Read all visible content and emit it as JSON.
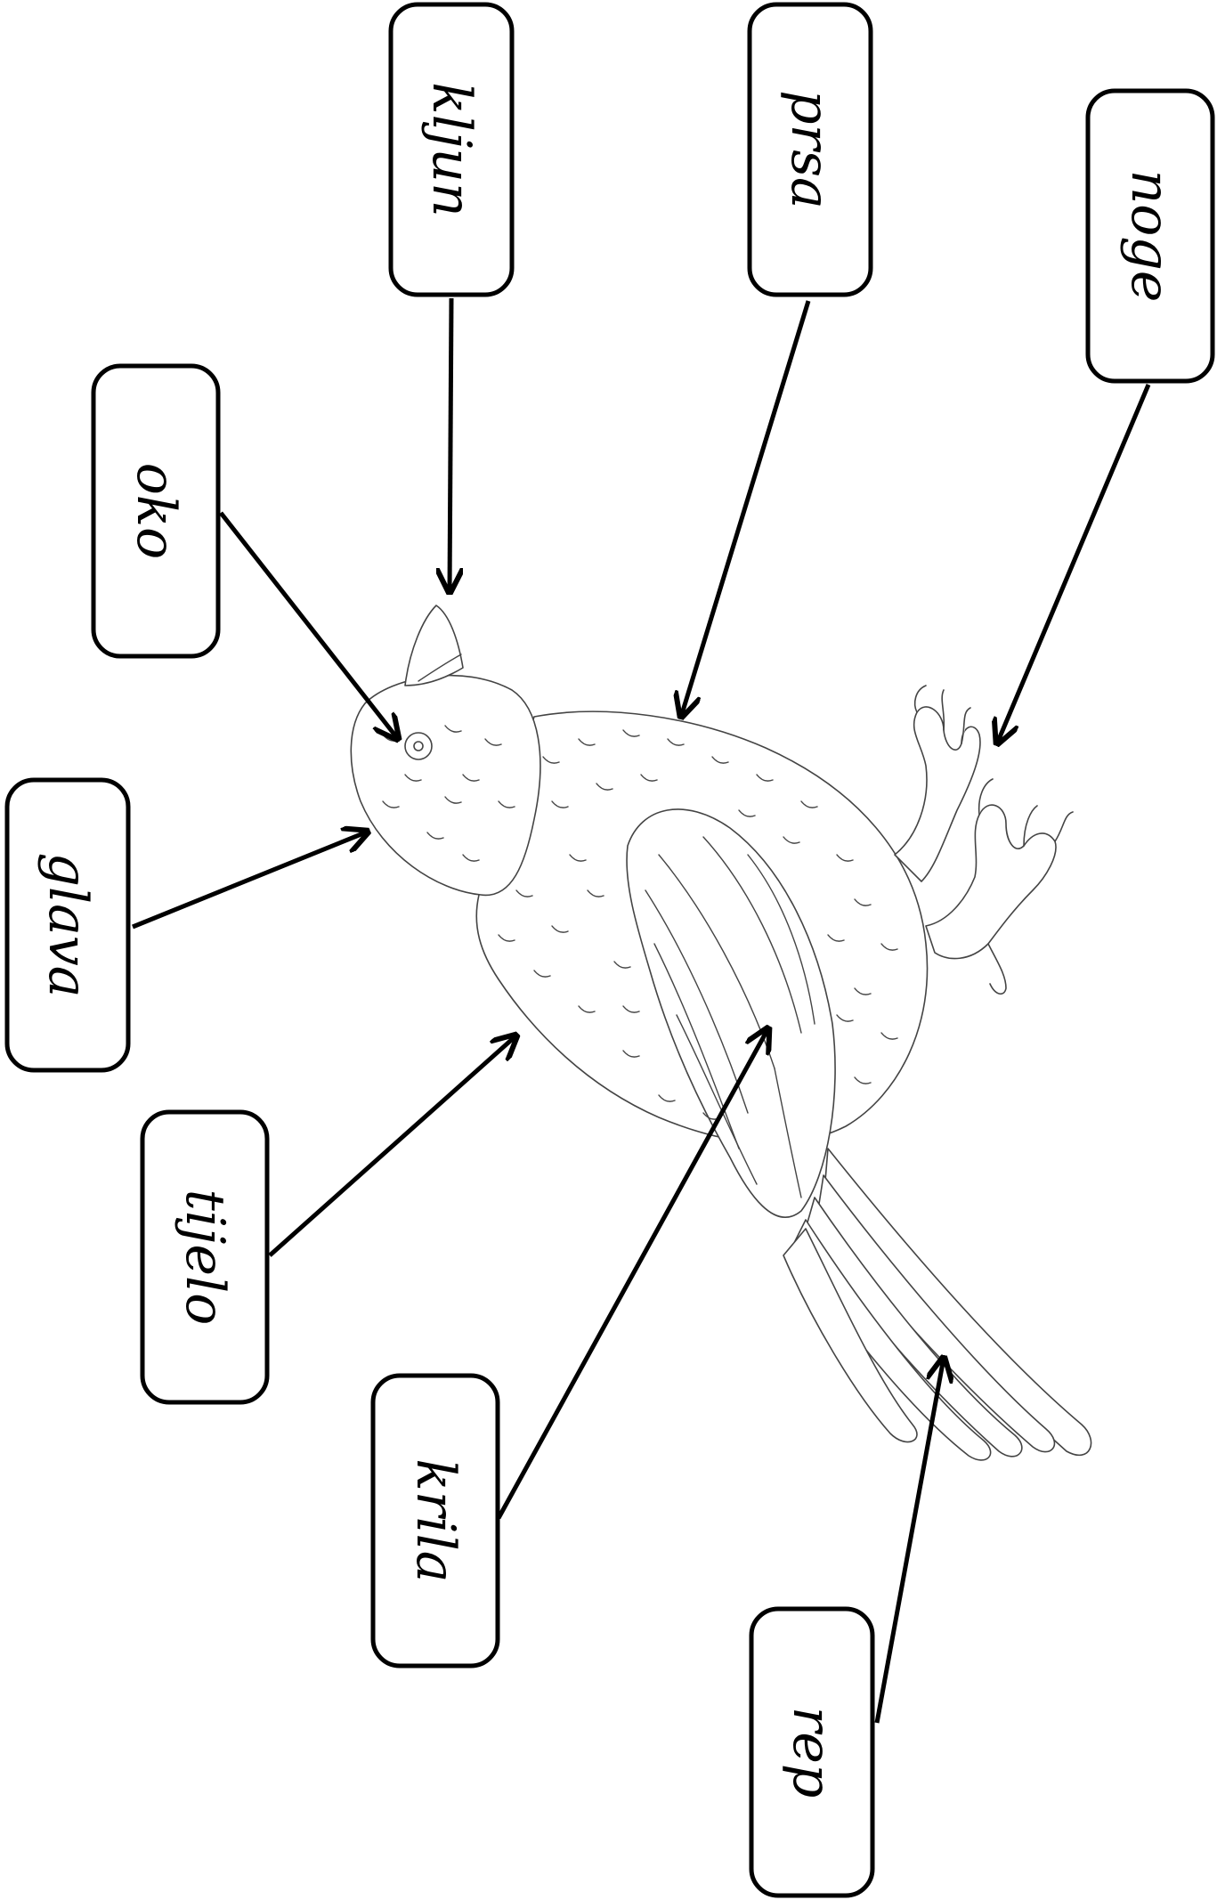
{
  "diagram": {
    "labels": {
      "kljun": "kljun",
      "prsa": "prsa",
      "noge": "noge",
      "oko": "oko",
      "glava": "glava",
      "tijelo": "tijelo",
      "krila": "krila",
      "rep": "rep"
    },
    "colors": {
      "ink": "#000000",
      "paper": "#ffffff",
      "drawing": "#444444"
    }
  }
}
